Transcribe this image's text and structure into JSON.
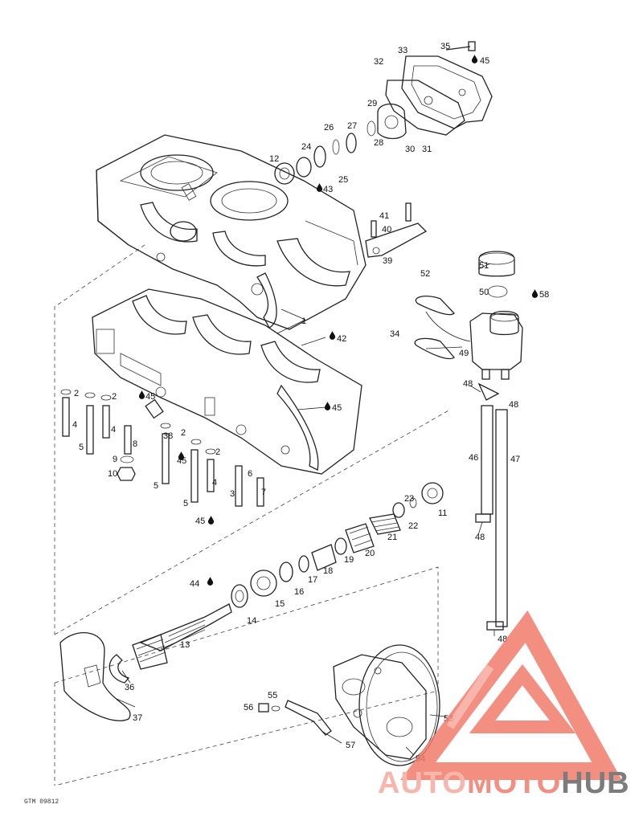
{
  "diagram_code": "GTM 09812",
  "watermark": {
    "part1": "AUTO",
    "part2": "MOTO",
    "part3": "HUB",
    "color_primary": "#f27c6c",
    "color_secondary": "#f7a99d",
    "color_dark": "#666666"
  },
  "oil_drop_symbol": "drop-icon",
  "callouts": [
    {
      "id": "c1",
      "label": "1"
    },
    {
      "id": "c2a",
      "label": "2"
    },
    {
      "id": "c2b",
      "label": "2"
    },
    {
      "id": "c2c",
      "label": "2"
    },
    {
      "id": "c2d",
      "label": "2"
    },
    {
      "id": "c3",
      "label": "3"
    },
    {
      "id": "c4a",
      "label": "4"
    },
    {
      "id": "c4b",
      "label": "4"
    },
    {
      "id": "c4c",
      "label": "4"
    },
    {
      "id": "c5a",
      "label": "5"
    },
    {
      "id": "c5b",
      "label": "5"
    },
    {
      "id": "c5c",
      "label": "5"
    },
    {
      "id": "c6",
      "label": "6"
    },
    {
      "id": "c7",
      "label": "7"
    },
    {
      "id": "c8",
      "label": "8"
    },
    {
      "id": "c9",
      "label": "9"
    },
    {
      "id": "c10",
      "label": "10"
    },
    {
      "id": "c11",
      "label": "11"
    },
    {
      "id": "c12",
      "label": "12"
    },
    {
      "id": "c13",
      "label": "13"
    },
    {
      "id": "c14",
      "label": "14"
    },
    {
      "id": "c15",
      "label": "15"
    },
    {
      "id": "c16",
      "label": "16"
    },
    {
      "id": "c17",
      "label": "17"
    },
    {
      "id": "c18",
      "label": "18"
    },
    {
      "id": "c19",
      "label": "19"
    },
    {
      "id": "c20",
      "label": "20"
    },
    {
      "id": "c21",
      "label": "21"
    },
    {
      "id": "c22",
      "label": "22"
    },
    {
      "id": "c23",
      "label": "23"
    },
    {
      "id": "c24",
      "label": "24"
    },
    {
      "id": "c25",
      "label": "25"
    },
    {
      "id": "c26",
      "label": "26"
    },
    {
      "id": "c27",
      "label": "27"
    },
    {
      "id": "c28",
      "label": "28"
    },
    {
      "id": "c29",
      "label": "29"
    },
    {
      "id": "c30",
      "label": "30"
    },
    {
      "id": "c31",
      "label": "31"
    },
    {
      "id": "c32",
      "label": "32"
    },
    {
      "id": "c33",
      "label": "33"
    },
    {
      "id": "c34",
      "label": "34"
    },
    {
      "id": "c35",
      "label": "35"
    },
    {
      "id": "c36",
      "label": "36"
    },
    {
      "id": "c37",
      "label": "37"
    },
    {
      "id": "c38",
      "label": "38"
    },
    {
      "id": "c39",
      "label": "39"
    },
    {
      "id": "c40",
      "label": "40"
    },
    {
      "id": "c41",
      "label": "41"
    },
    {
      "id": "c42",
      "label": "42"
    },
    {
      "id": "c43",
      "label": "43"
    },
    {
      "id": "c44",
      "label": "44"
    },
    {
      "id": "c45a",
      "label": "45"
    },
    {
      "id": "c45b",
      "label": "45"
    },
    {
      "id": "c45c",
      "label": "45"
    },
    {
      "id": "c45d",
      "label": "45"
    },
    {
      "id": "c45e",
      "label": "45"
    },
    {
      "id": "c46",
      "label": "46"
    },
    {
      "id": "c47",
      "label": "47"
    },
    {
      "id": "c48a",
      "label": "48"
    },
    {
      "id": "c48b",
      "label": "48"
    },
    {
      "id": "c48c",
      "label": "48"
    },
    {
      "id": "c48d",
      "label": "48"
    },
    {
      "id": "c49",
      "label": "49"
    },
    {
      "id": "c50",
      "label": "50"
    },
    {
      "id": "c51",
      "label": "51"
    },
    {
      "id": "c52",
      "label": "52"
    },
    {
      "id": "c53",
      "label": "53"
    },
    {
      "id": "c54",
      "label": "54"
    },
    {
      "id": "c55",
      "label": "55"
    },
    {
      "id": "c56",
      "label": "56"
    },
    {
      "id": "c57",
      "label": "57"
    },
    {
      "id": "c58",
      "label": "58"
    }
  ]
}
